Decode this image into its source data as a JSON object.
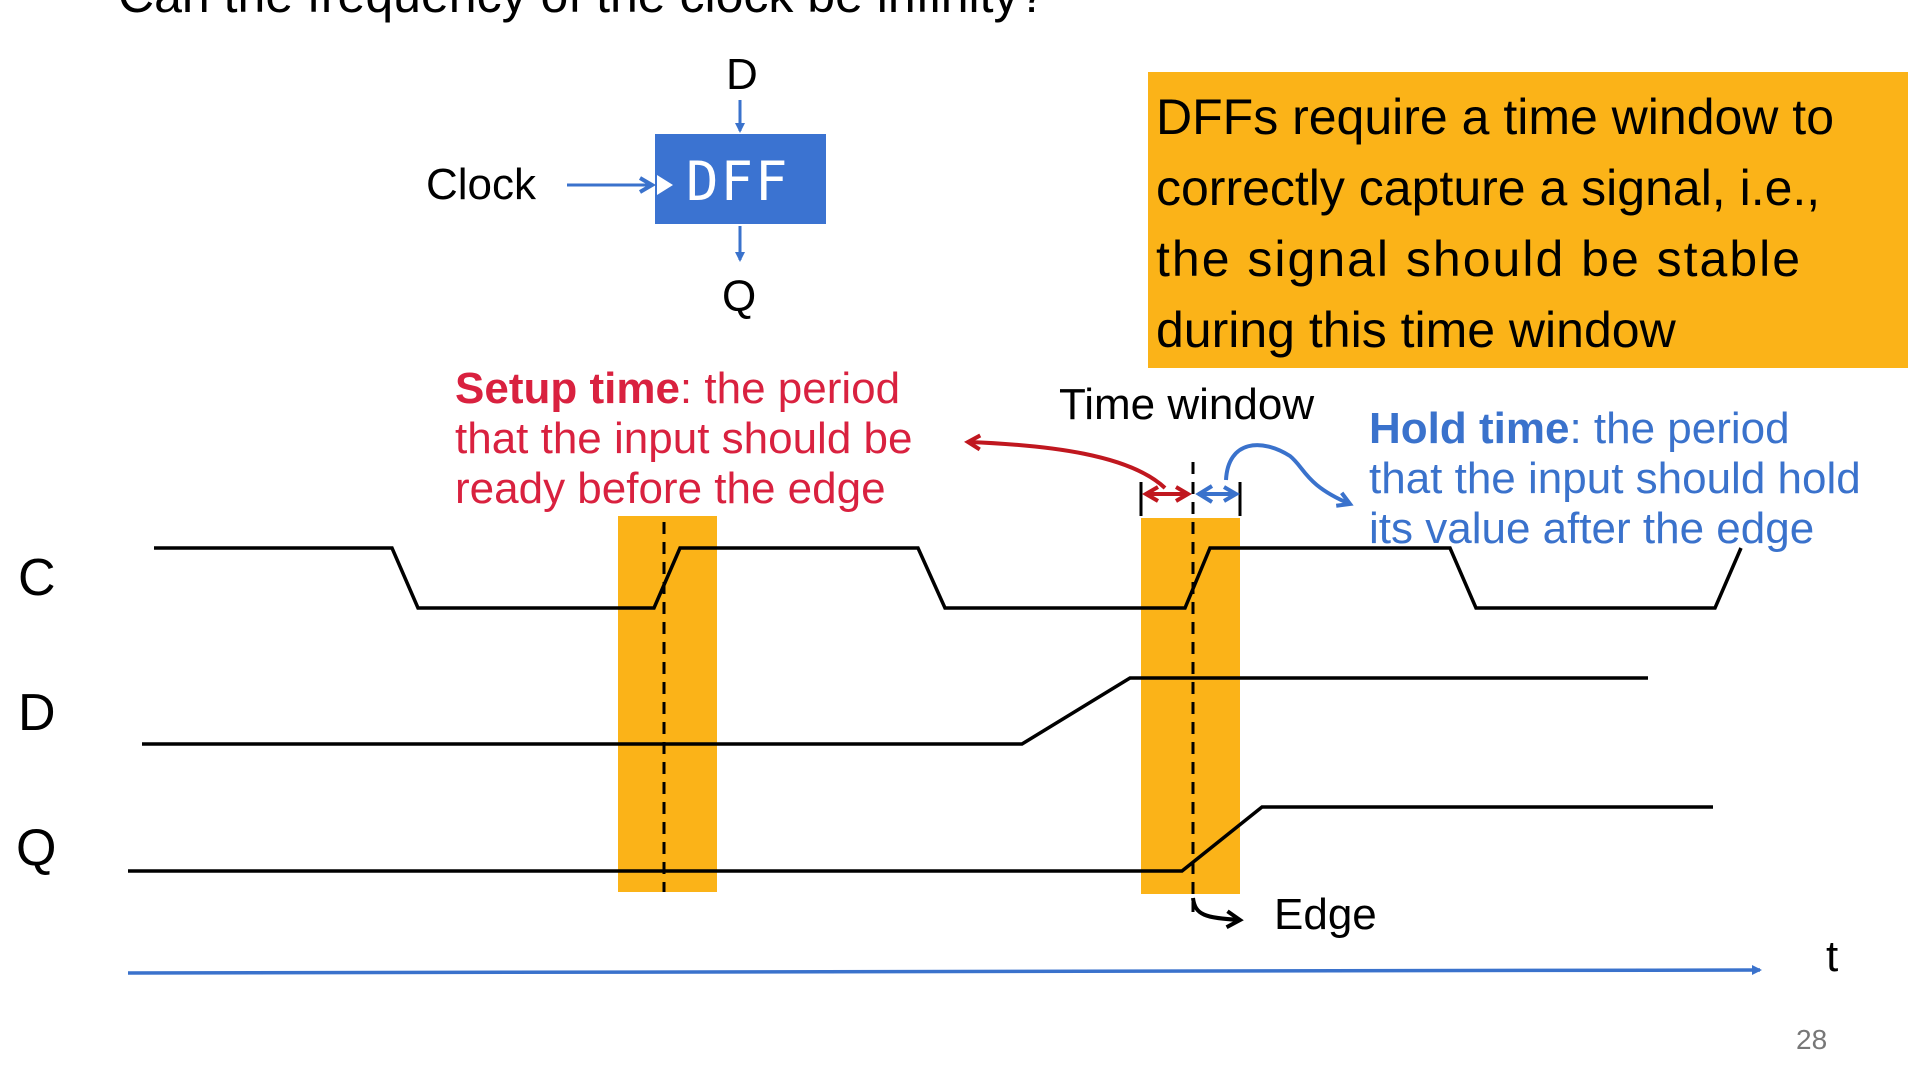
{
  "title": "Can the frequency of the clock be infinity?",
  "dff_block": {
    "label": "DFF",
    "input_d": "D",
    "output_q": "Q",
    "clock_label": "Clock"
  },
  "note": {
    "lines": [
      "DFFs require a time window to",
      "correctly capture a signal, i.e.,",
      "the signal should be stable",
      "during this time window"
    ]
  },
  "setup": {
    "term": "Setup time",
    "lines": [
      ": the period",
      "that the input should be",
      "ready before the edge"
    ]
  },
  "hold": {
    "term": "Hold time",
    "lines": [
      ": the period",
      "that the input should hold",
      "its value after the edge"
    ]
  },
  "labels": {
    "time_window": "Time window",
    "edge": "Edge",
    "time_axis": "t"
  },
  "signals": [
    "C",
    "D",
    "Q"
  ],
  "page_number": "28",
  "colors": {
    "dff_fill": "#3b73d1",
    "highlight": "#fbb318",
    "setup_red": "#d9213f",
    "hold_blue": "#3a72cc",
    "arrow_red": "#c0171f"
  }
}
